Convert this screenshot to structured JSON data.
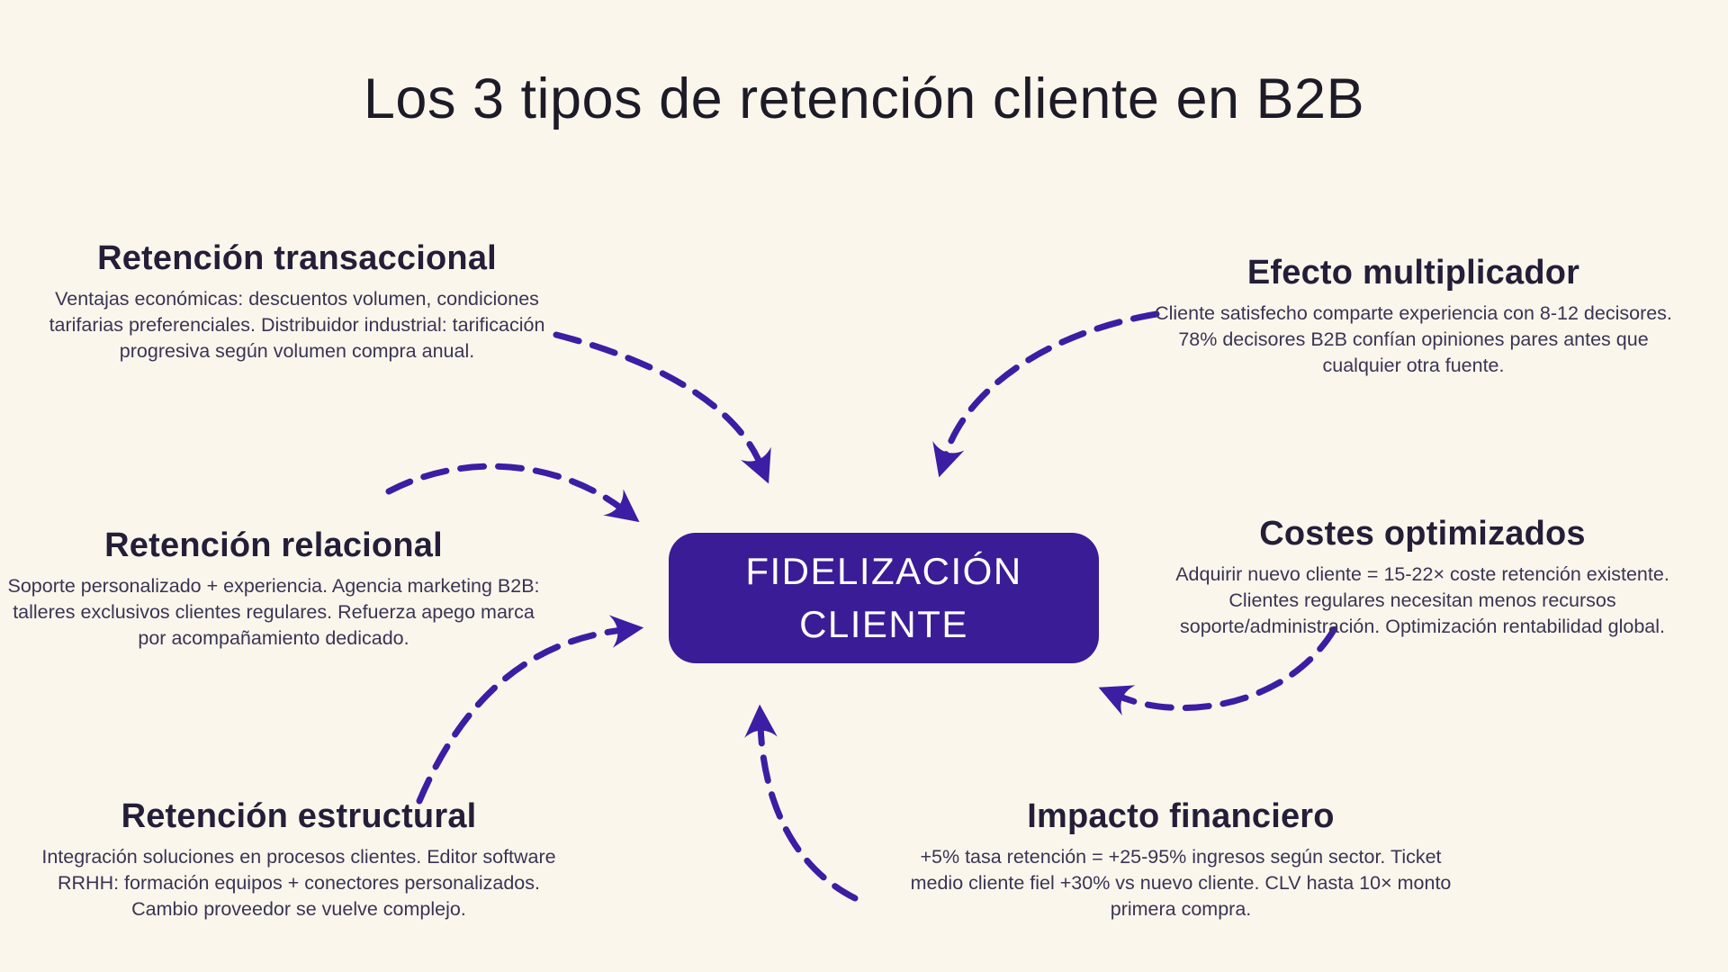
{
  "title": "Los 3 tipos de retención cliente en B2B",
  "center_box": {
    "line1": "FIDELIZACIÓN",
    "line2": "CLIENTE"
  },
  "blocks": {
    "top_left": {
      "title": "Retención transaccional",
      "body": "Ventajas económicas: descuentos volumen, condiciones tarifarias preferenciales. Distribuidor industrial: tarificación progresiva según volumen compra anual."
    },
    "mid_left": {
      "title": "Retención relacional",
      "body": "Soporte personalizado + experiencia. Agencia marketing B2B: talleres exclusivos clientes regulares. Refuerza apego marca por acompañamiento dedicado."
    },
    "bottom_left": {
      "title": "Retención estructural",
      "body": "Integración soluciones en procesos clientes. Editor software RRHH: formación equipos + conectores personalizados. Cambio proveedor se vuelve complejo."
    },
    "top_right": {
      "title": "Efecto multiplicador",
      "body": "Cliente satisfecho comparte experiencia con 8-12 decisores. 78% decisores B2B confían opiniones pares antes que cualquier otra fuente."
    },
    "mid_right": {
      "title": "Costes optimizados",
      "body": "Adquirir nuevo cliente = 15-22× coste retención existente. Clientes regulares necesitan menos recursos soporte/administración. Optimización rentabilidad global."
    },
    "bottom_right": {
      "title": "Impacto financiero",
      "body": "+5% tasa retención = +25-95% ingresos según sector. Ticket medio cliente fiel +30% vs nuevo cliente. CLV hasta 10× monto primera compra."
    }
  },
  "arrows": [
    "arrow-transaccional-to-center",
    "arrow-multiplicador-to-center",
    "arrow-relacional-to-center",
    "arrow-estructural-to-center",
    "arrow-financiero-to-center",
    "arrow-costes-to-center"
  ],
  "colors": {
    "background": "#FBF6EC",
    "accent_box": "#3A1C96",
    "arrow": "#3B1EA3",
    "heading_text": "#251E38",
    "body_text": "#3B3453",
    "box_text": "#FFFFFF"
  }
}
